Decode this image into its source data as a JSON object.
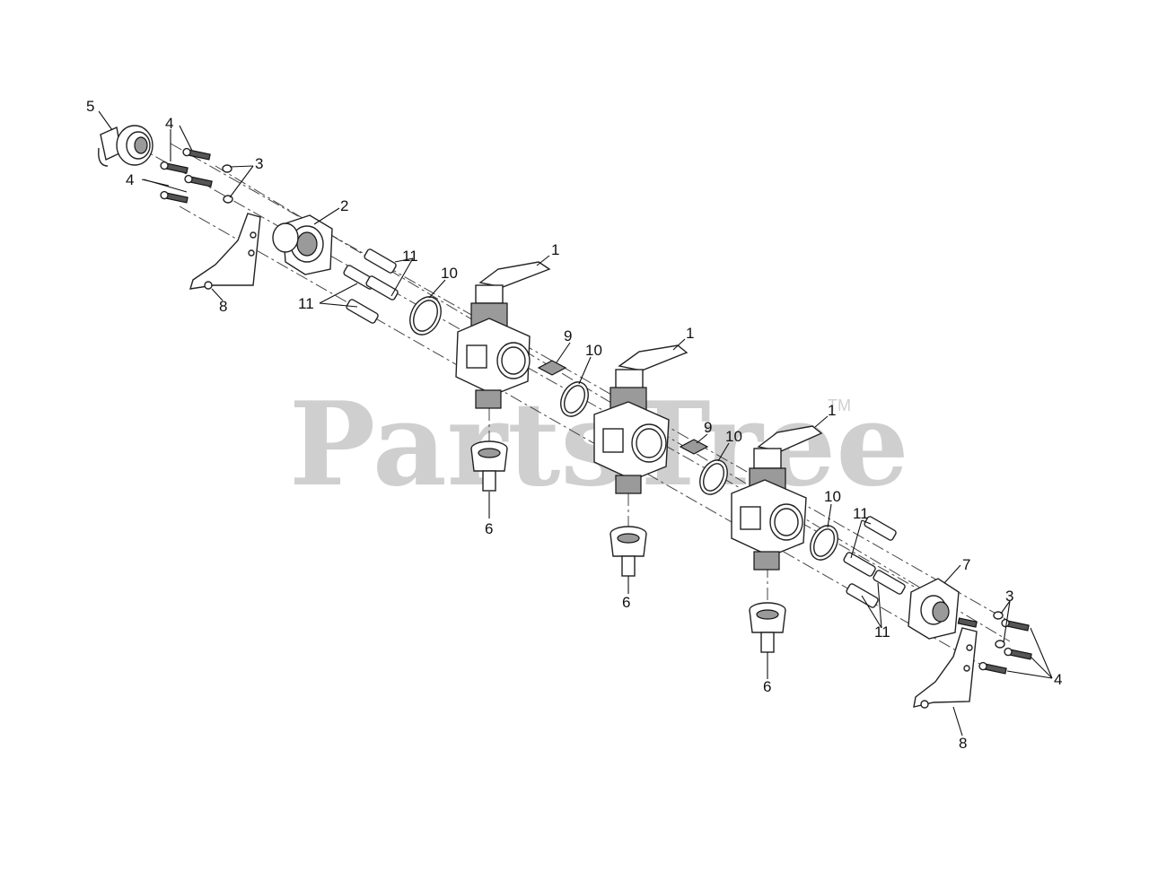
{
  "watermark": {
    "text": "PartsTree",
    "trademark": "TM"
  },
  "callouts": {
    "c1a": "1",
    "c1b": "1",
    "c1c": "1",
    "c2": "2",
    "c3a": "3",
    "c3b": "3",
    "c4a": "4",
    "c4b": "4",
    "c4c": "4",
    "c5": "5",
    "c6a": "6",
    "c6b": "6",
    "c6c": "6",
    "c7": "7",
    "c8a": "8",
    "c8b": "8",
    "c9a": "9",
    "c9b": "9",
    "c10a": "10",
    "c10b": "10",
    "c10c": "10",
    "c11a": "11",
    "c11b": "11",
    "c11c": "11",
    "c11d": "11"
  }
}
